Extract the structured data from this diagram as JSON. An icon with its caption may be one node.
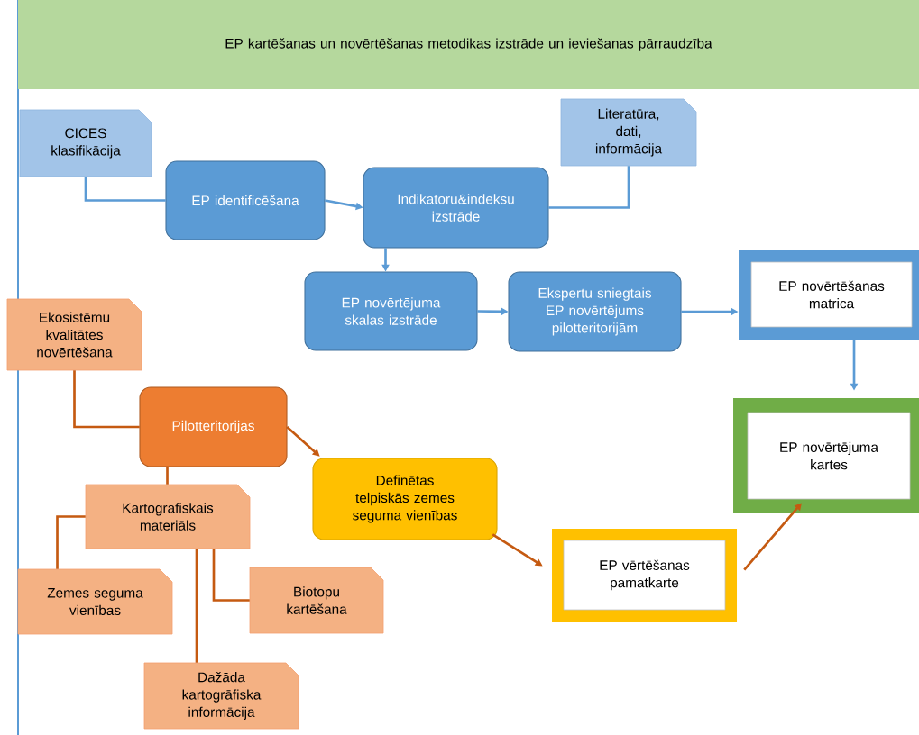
{
  "diagram": {
    "nodes": [
      {
        "text": [
          "EP kartēšanas un novērtēšanas metodikas izstrāde un ieviešanas pārraudzība"
        ]
      },
      {
        "text": [
          "CICES klasifikācija"
        ]
      },
      {
        "text": [
          "EP identificēšana"
        ]
      },
      {
        "text": [
          "Literatūra, dati, informācija"
        ]
      },
      {
        "text": [
          "Indikatoru&indeksu izstrāde"
        ]
      },
      {
        "text": [
          "EP novērtējuma skalas izstrāde"
        ]
      },
      {
        "text": [
          "Ekspertu sniegtais EP novērtējums pilotteritorijām"
        ]
      },
      {
        "text": [
          "EP novērtēšanas matrica"
        ]
      },
      {
        "text": [
          "Ekosistēmu kvalitātes novērtēšana"
        ]
      },
      {
        "text": [
          "Pilotteritorijas"
        ]
      },
      {
        "text": [
          "EP novērtējuma kartes"
        ]
      },
      {
        "text": [
          "Definētas telpiskās zemes seguma vienības"
        ]
      },
      {
        "text": [
          "Kartogrāfiskais materiāls"
        ]
      },
      {
        "text": [
          "Zemes seguma vienības"
        ]
      },
      {
        "text": [
          "Biotopu kartēšana"
        ]
      },
      {
        "text": [
          "EP vērtēšanas pamatkarte"
        ]
      },
      {
        "text": [
          "Dažāda kartogrāfiska informācija"
        ]
      }
    ],
    "edges": [
      {
        "from": 1,
        "to": 2,
        "arrow": "none",
        "color": "#5b9bd5"
      },
      {
        "from": 2,
        "to": 4,
        "arrow": "to",
        "color": "#5b9bd5"
      },
      {
        "from": 3,
        "to": 4,
        "arrow": "none",
        "color": "#5b9bd5"
      },
      {
        "from": 4,
        "to": 5,
        "arrow": "to",
        "color": "#5b9bd5"
      },
      {
        "from": 5,
        "to": 6,
        "arrow": "to",
        "color": "#5b9bd5"
      },
      {
        "from": 6,
        "to": 7,
        "arrow": "to",
        "color": "#5b9bd5"
      },
      {
        "from": 7,
        "to": 10,
        "arrow": "to",
        "color": "#5b9bd5"
      },
      {
        "from": 8,
        "to": 9,
        "arrow": "none",
        "color": "#c55a11"
      },
      {
        "from": 9,
        "to": 11,
        "arrow": "to",
        "color": "#c55a11"
      },
      {
        "from": 9,
        "to": 12,
        "arrow": "none",
        "color": "#c55a11"
      },
      {
        "from": 12,
        "to": 13,
        "arrow": "none",
        "color": "#c55a11"
      },
      {
        "from": 12,
        "to": 14,
        "arrow": "none",
        "color": "#c55a11"
      },
      {
        "from": 12,
        "to": 16,
        "arrow": "none",
        "color": "#c55a11"
      },
      {
        "from": 11,
        "to": 15,
        "arrow": "to",
        "color": "#c55a11"
      },
      {
        "from": 15,
        "to": 10,
        "arrow": "to",
        "color": "#c55a11"
      }
    ]
  }
}
